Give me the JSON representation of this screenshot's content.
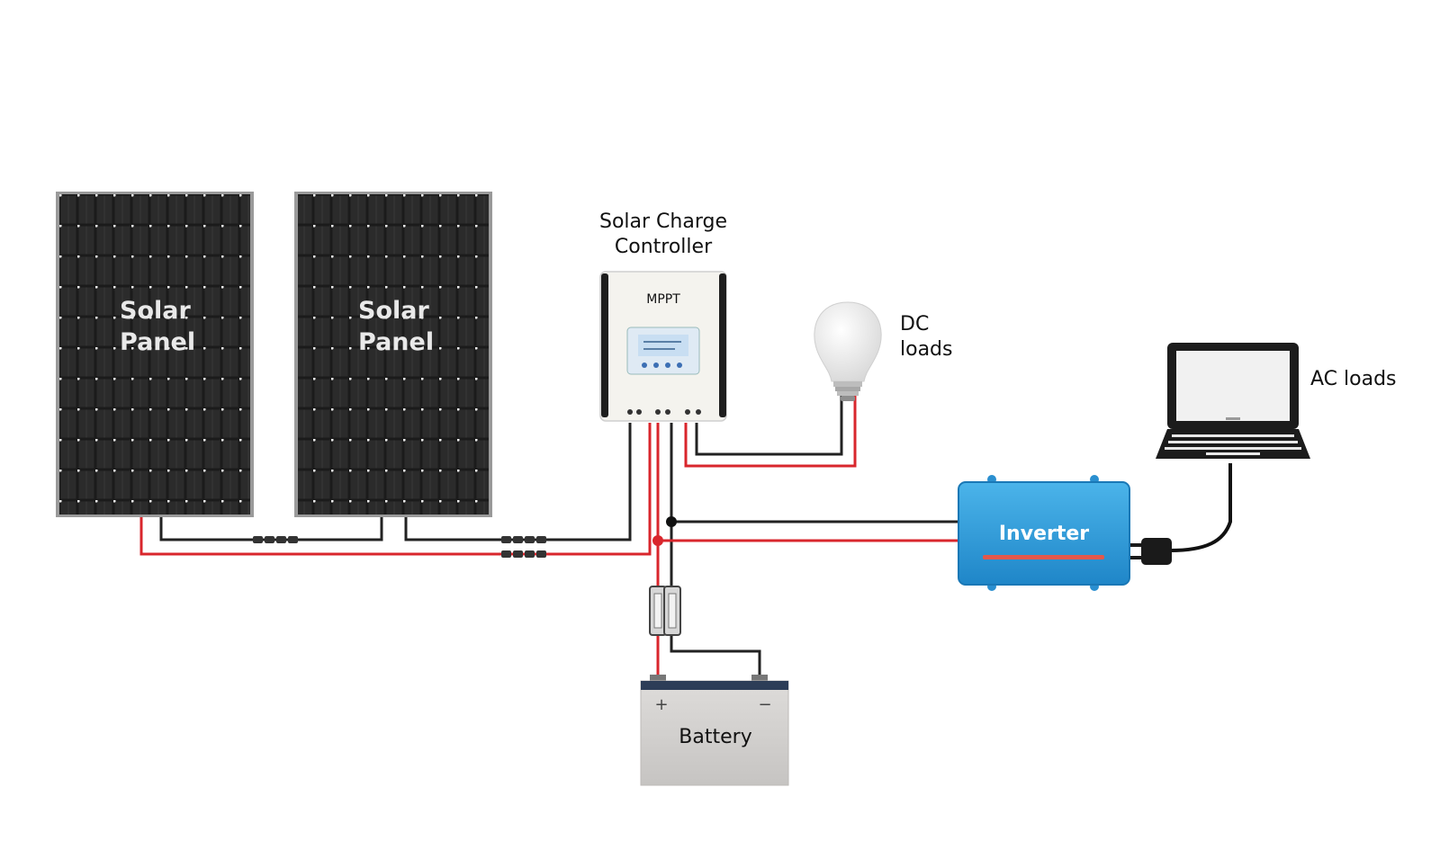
{
  "panels": [
    {
      "line1": "Solar",
      "line2": "Panel"
    },
    {
      "line1": "Solar",
      "line2": "Panel"
    }
  ],
  "controller": {
    "title_line1": "Solar Charge",
    "title_line2": "Controller",
    "badge": "MPPT"
  },
  "dc_loads": {
    "line1": "DC",
    "line2": "loads"
  },
  "ac_loads": "AC loads",
  "inverter": "Inverter",
  "battery": {
    "label": "Battery",
    "plus": "+",
    "minus": "−"
  },
  "colors": {
    "positive_wire": "#d9262c",
    "negative_wire": "#222222",
    "panel_cell": "#1c1c1c",
    "inverter_body": "#2a9ad8",
    "battery_body": "#d4d2d0"
  }
}
